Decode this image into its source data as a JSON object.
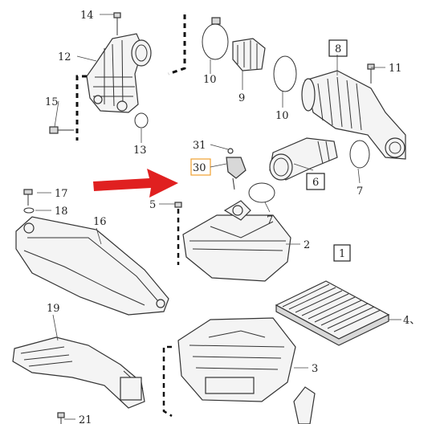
{
  "callouts": {
    "c1": "1",
    "c2": "2",
    "c3": "3",
    "c4": "4、",
    "c5": "5",
    "c6": "6",
    "c7a": "7",
    "c7b": "7",
    "c8": "8",
    "c9": "9",
    "c10a": "10",
    "c10b": "10",
    "c11": "11",
    "c12": "12",
    "c13": "13",
    "c14": "14",
    "c15": "15",
    "c16": "16",
    "c17": "17",
    "c18": "18",
    "c19": "19",
    "c21": "21",
    "c30": "30",
    "c31": "31"
  },
  "colors": {
    "arrow": "#e02020",
    "highlight_box": "#f0a030",
    "line": "#333333"
  }
}
